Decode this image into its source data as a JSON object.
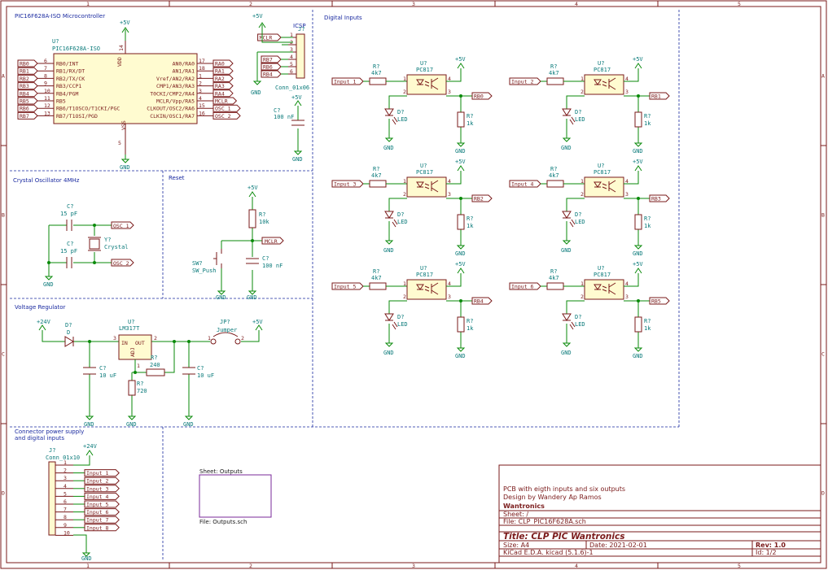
{
  "border": {
    "cols": [
      "1",
      "2",
      "3",
      "4",
      "5"
    ],
    "rows": [
      "A",
      "B",
      "C",
      "D"
    ]
  },
  "sections": {
    "micro": "PIC16F628A-ISO Microcontroller",
    "icsp": "ICSP",
    "digital": "Digital Inputs",
    "crystal": "Crystal Oscillator 4MHz",
    "reset": "Reset",
    "vreg": "Voltage Regulator",
    "conn1": "Connector power supply",
    "conn2": "and digital inputs"
  },
  "mcu": {
    "ref": "U?",
    "value": "PIC16F628A-ISO",
    "left_pins": [
      {
        "num": "6",
        "name": "RB0/INT",
        "net": "RB0"
      },
      {
        "num": "7",
        "name": "RB1/RX/DT",
        "net": "RB1"
      },
      {
        "num": "8",
        "name": "RB2/TX/CK",
        "net": "RB2"
      },
      {
        "num": "9",
        "name": "RB3/CCP1",
        "net": "RB3"
      },
      {
        "num": "10",
        "name": "RB4/PGM",
        "net": "RB4"
      },
      {
        "num": "11",
        "name": "RB5",
        "net": "RB5"
      },
      {
        "num": "12",
        "name": "RB6/T1OSCO/T1CKI/PGC",
        "net": "RB6"
      },
      {
        "num": "13",
        "name": "RB7/T1OSI/PGD",
        "net": "RB7"
      }
    ],
    "right_pins": [
      {
        "num": "17",
        "name": "AN0/RA0",
        "net": "RA0"
      },
      {
        "num": "18",
        "name": "AN1/RA1",
        "net": "RA1"
      },
      {
        "num": "1",
        "name": "Vref/AN2/RA2",
        "net": "RA2"
      },
      {
        "num": "2",
        "name": "CMP1/AN3/RA3",
        "net": "RA3"
      },
      {
        "num": "3",
        "name": "T0CKI/CMP2/RA4",
        "net": "RA4"
      },
      {
        "num": "4",
        "name": "MCLR/Vpp/RA5",
        "net": "MCLR"
      },
      {
        "num": "15",
        "name": "CLKOUT/OSC2/RA6",
        "net": "OSC_1"
      },
      {
        "num": "16",
        "name": "CLKIN/OSC1/RA7",
        "net": "OSC_2"
      }
    ],
    "vdd": "VDD",
    "vdd_pin": "14",
    "vss": "VSS",
    "vss_pin": "5"
  },
  "power": {
    "p5": "+5V",
    "p24": "+24V",
    "gnd": "GND"
  },
  "icsp": {
    "ref": "J?",
    "value": "Conn_01x06",
    "pins": [
      "1",
      "2",
      "3",
      "4",
      "5",
      "6"
    ],
    "nets": [
      "MCLR",
      "",
      "",
      "RB7",
      "RB6",
      "RB4"
    ],
    "cap_ref": "C?",
    "cap_val": "100 nF"
  },
  "optos": [
    {
      "input": "Input_1",
      "out": "RB0"
    },
    {
      "input": "Input_2",
      "out": "RB1"
    },
    {
      "input": "Input_3",
      "out": "RB2"
    },
    {
      "input": "Input_4",
      "out": "RB3"
    },
    {
      "input": "Input_5",
      "out": "RB4"
    },
    {
      "input": "Input_6",
      "out": "RB5"
    }
  ],
  "opto_common": {
    "r_ref": "R?",
    "r_in": "4k7",
    "u_ref": "U?",
    "u_val": "PC817",
    "d_ref": "D?",
    "d_val": "LED",
    "r_pull": "1k",
    "p1": "1",
    "p2": "2",
    "p3": "3",
    "p4": "4"
  },
  "crystal": {
    "c_ref": "C?",
    "c_val": "15 pF",
    "y_ref": "Y?",
    "y_val": "Crystal",
    "net1": "OSC_1",
    "net2": "OSC_2"
  },
  "reset": {
    "r_ref": "R?",
    "r_val": "10k",
    "c_ref": "C?",
    "c_val": "100 nF",
    "sw_ref": "SW?",
    "sw_val": "SW_Push",
    "net": "MCLR"
  },
  "vreg": {
    "d_ref": "D?",
    "d_val": "D",
    "u_ref": "U?",
    "u_val": "LM317T",
    "in": "IN",
    "out": "OUT",
    "adj": "ADJ",
    "pin_in": "3",
    "pin_out": "2",
    "pin_adj": "1",
    "r1_ref": "R?",
    "r1_val": "240",
    "r2_ref": "R?",
    "r2_val": "720",
    "c_ref": "C?",
    "c_val": "10 uF",
    "jp_ref": "JP?",
    "jp_val": "Jumper",
    "jp1": "1",
    "jp2": "2"
  },
  "conn": {
    "ref": "J?",
    "value": "Conn_01x10",
    "pins": [
      "1",
      "2",
      "3",
      "4",
      "5",
      "6",
      "7",
      "8",
      "9",
      "10"
    ],
    "nets": [
      "",
      "Input_1",
      "Input_2",
      "Input_3",
      "Input_4",
      "Input_5",
      "Input_6",
      "Input_7",
      "Input_8",
      ""
    ]
  },
  "sheet": {
    "name": "Sheet: Outputs",
    "file": "File: Outputs.sch"
  },
  "titleblock": {
    "line1": "PCB with eigth inputs and six outputs",
    "line2": "Design by Wandery Ap Ramos",
    "company": "Wantronics",
    "sheet": "Sheet: /",
    "file": "File: CLP_PIC16F628A.sch",
    "title": "Title: CLP PIC Wantronics",
    "size": "Size: A4",
    "date": "Date: 2021-02-01",
    "rev": "Rev: 1.0",
    "tool": "KiCad E.D.A.  kicad (5.1.6)-1",
    "id": "Id: 1/2"
  }
}
